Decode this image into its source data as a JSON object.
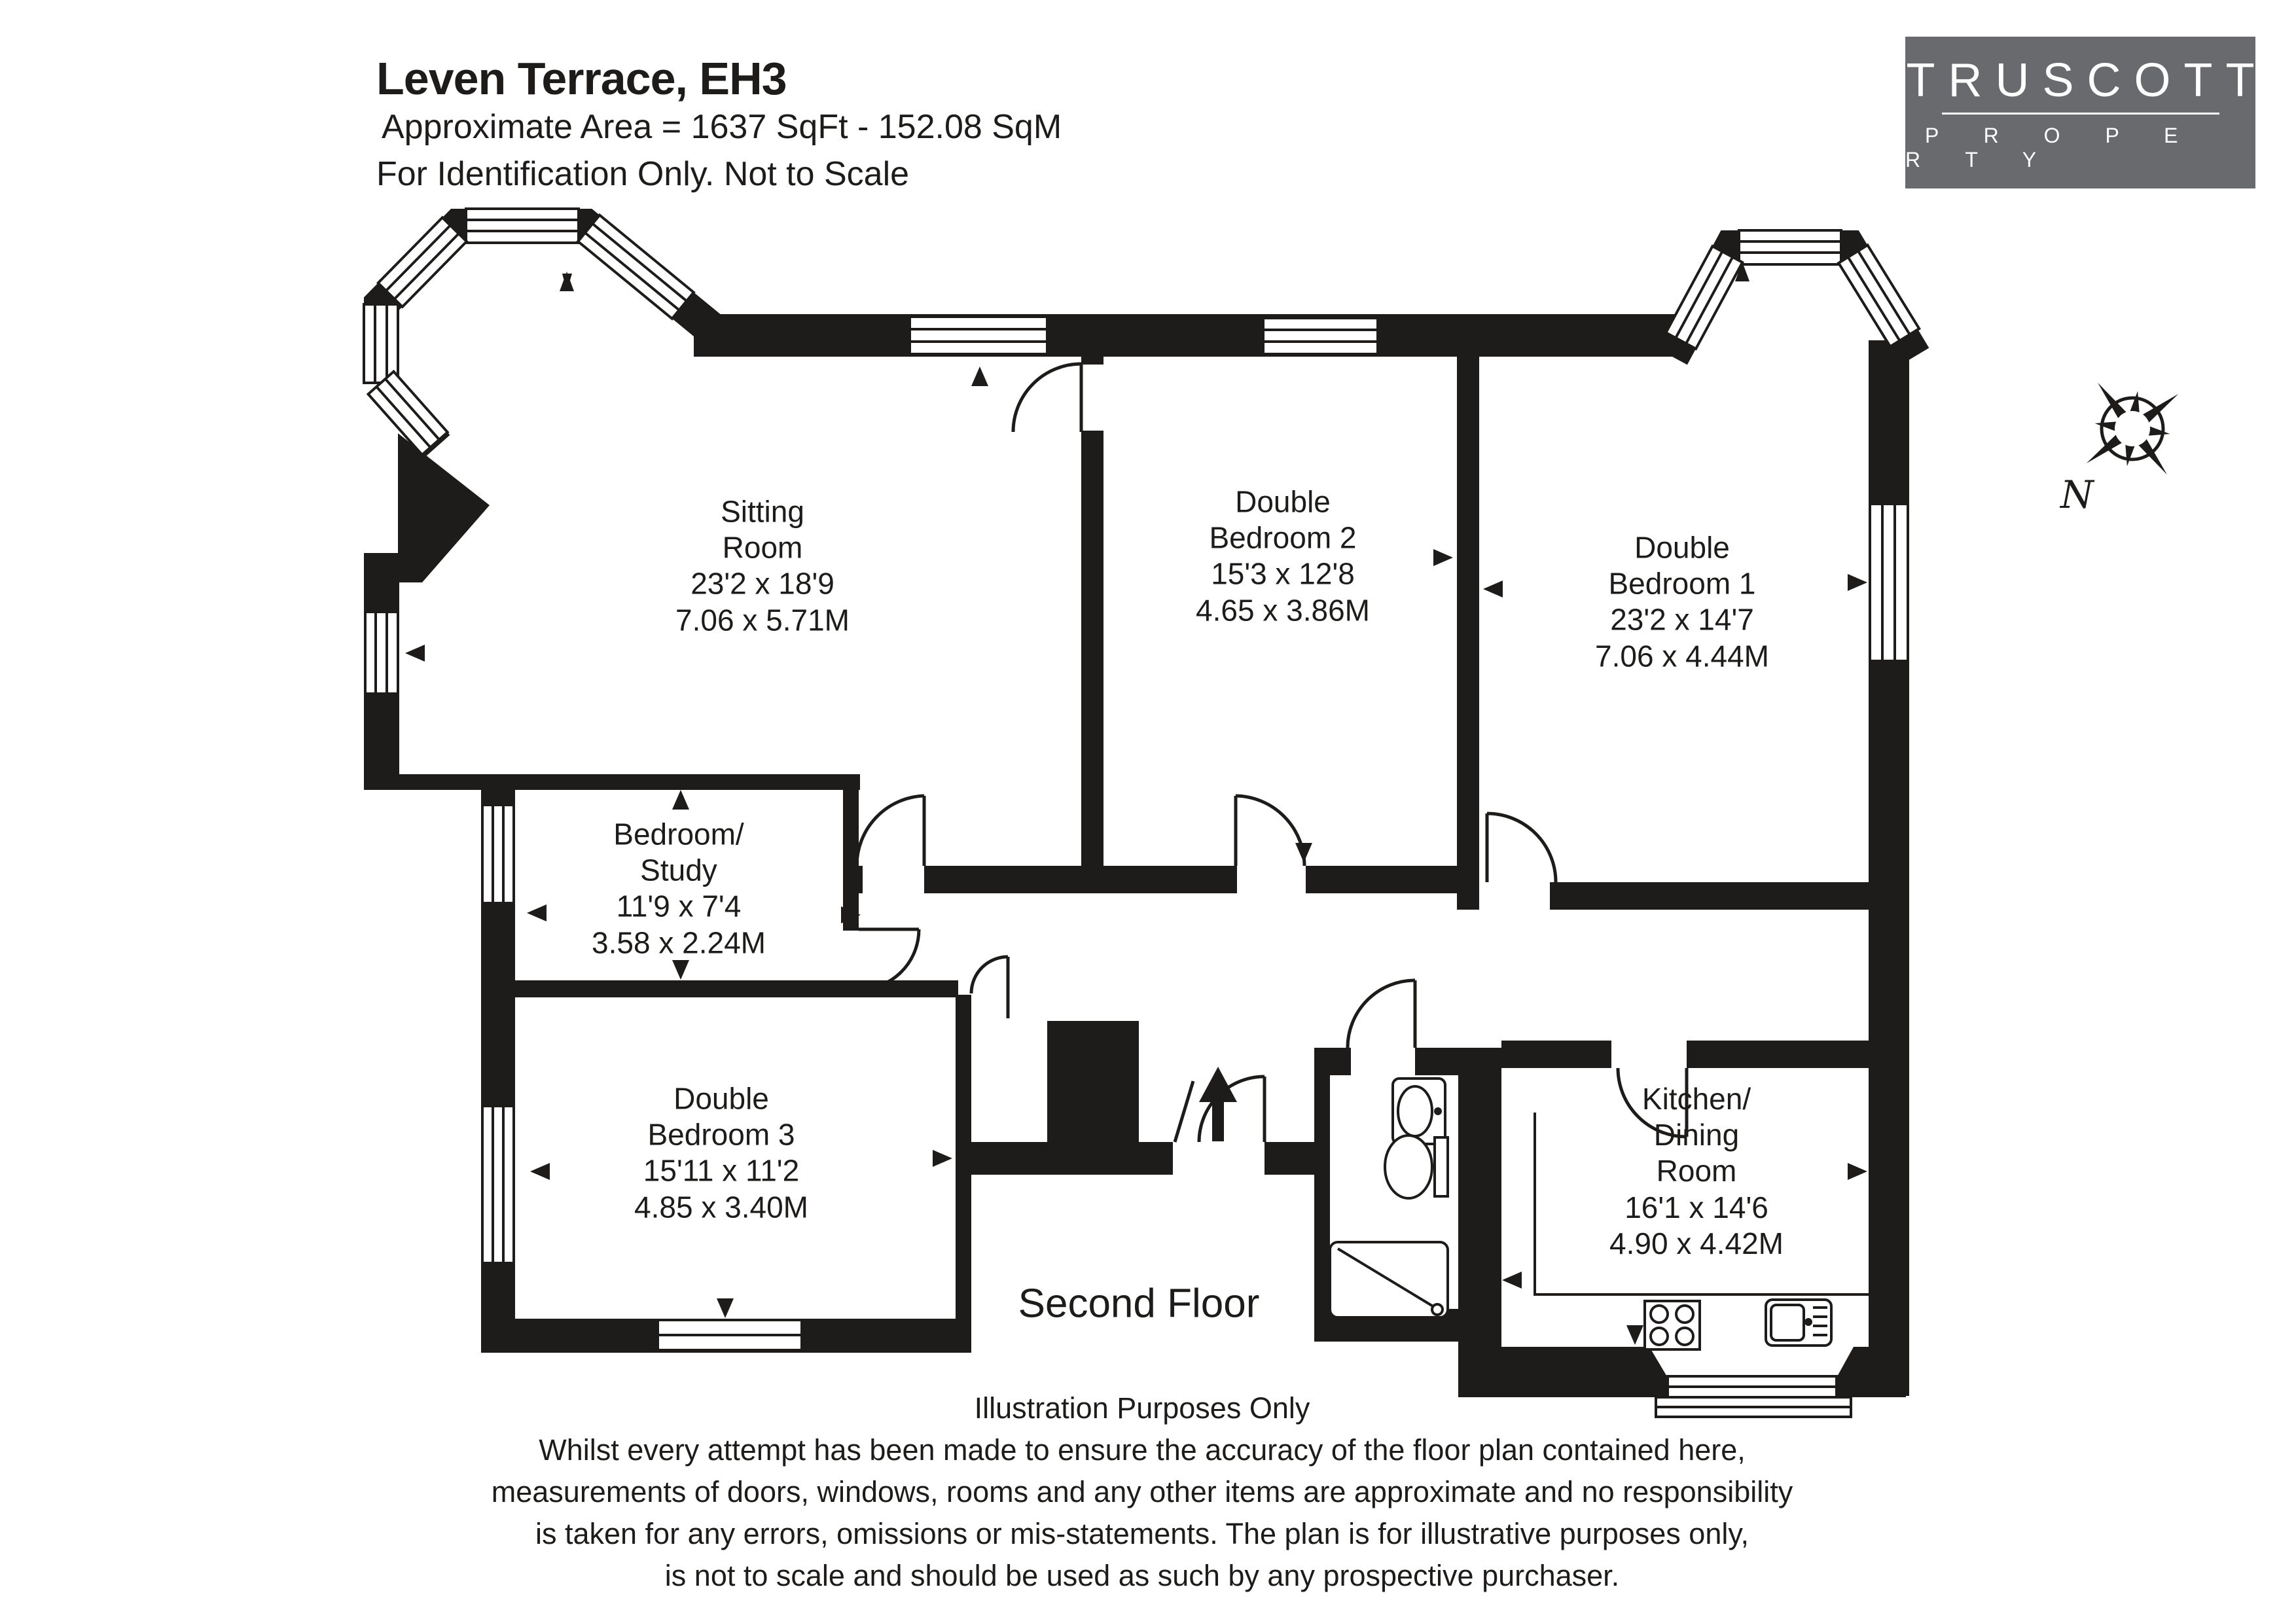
{
  "header": {
    "title": "Leven Terrace, EH3",
    "area_line": "Approximate Area = 1637 SqFt - 152.08 SqM",
    "identification_line": "For Identification Only. Not to Scale"
  },
  "logo": {
    "name": "TRUSCOTT",
    "tagline": "P R O P E R T Y"
  },
  "floor_label": "Second Floor",
  "compass": {
    "north_label": "N"
  },
  "rooms": [
    {
      "id": "sitting-room",
      "name": "Sitting\nRoom",
      "dimensions_imperial": "23'2 x 18'9",
      "dimensions_metric": "7.06 x 5.71M"
    },
    {
      "id": "double-bedroom-2",
      "name": "Double\nBedroom 2",
      "dimensions_imperial": "15'3 x 12'8",
      "dimensions_metric": "4.65 x 3.86M"
    },
    {
      "id": "double-bedroom-1",
      "name": "Double\nBedroom 1",
      "dimensions_imperial": "23'2 x 14'7",
      "dimensions_metric": "7.06 x 4.44M"
    },
    {
      "id": "bedroom-study",
      "name": "Bedroom/\nStudy",
      "dimensions_imperial": "11'9 x 7'4",
      "dimensions_metric": "3.58 x 2.24M"
    },
    {
      "id": "double-bedroom-3",
      "name": "Double\nBedroom 3",
      "dimensions_imperial": "15'11 x 11'2",
      "dimensions_metric": "4.85 x 3.40M"
    },
    {
      "id": "kitchen-dining",
      "name": "Kitchen/\nDining\nRoom",
      "dimensions_imperial": "16'1 x 14'6",
      "dimensions_metric": "4.90 x 4.42M"
    }
  ],
  "disclaimer": {
    "title": "Illustration Purposes Only",
    "lines": [
      "Whilst every attempt has been made to ensure the accuracy of the floor plan contained here,",
      "measurements of doors, windows, rooms and any other items are approximate and no responsibility",
      "is taken for any errors, omissions or mis-statements. The plan is for illustrative purposes only,",
      "is not to scale and should be used as such by any prospective purchaser."
    ]
  },
  "colors": {
    "wall": "#1d1c1a",
    "logo_background": "#696a6e",
    "logo_text": "#ffffff"
  }
}
